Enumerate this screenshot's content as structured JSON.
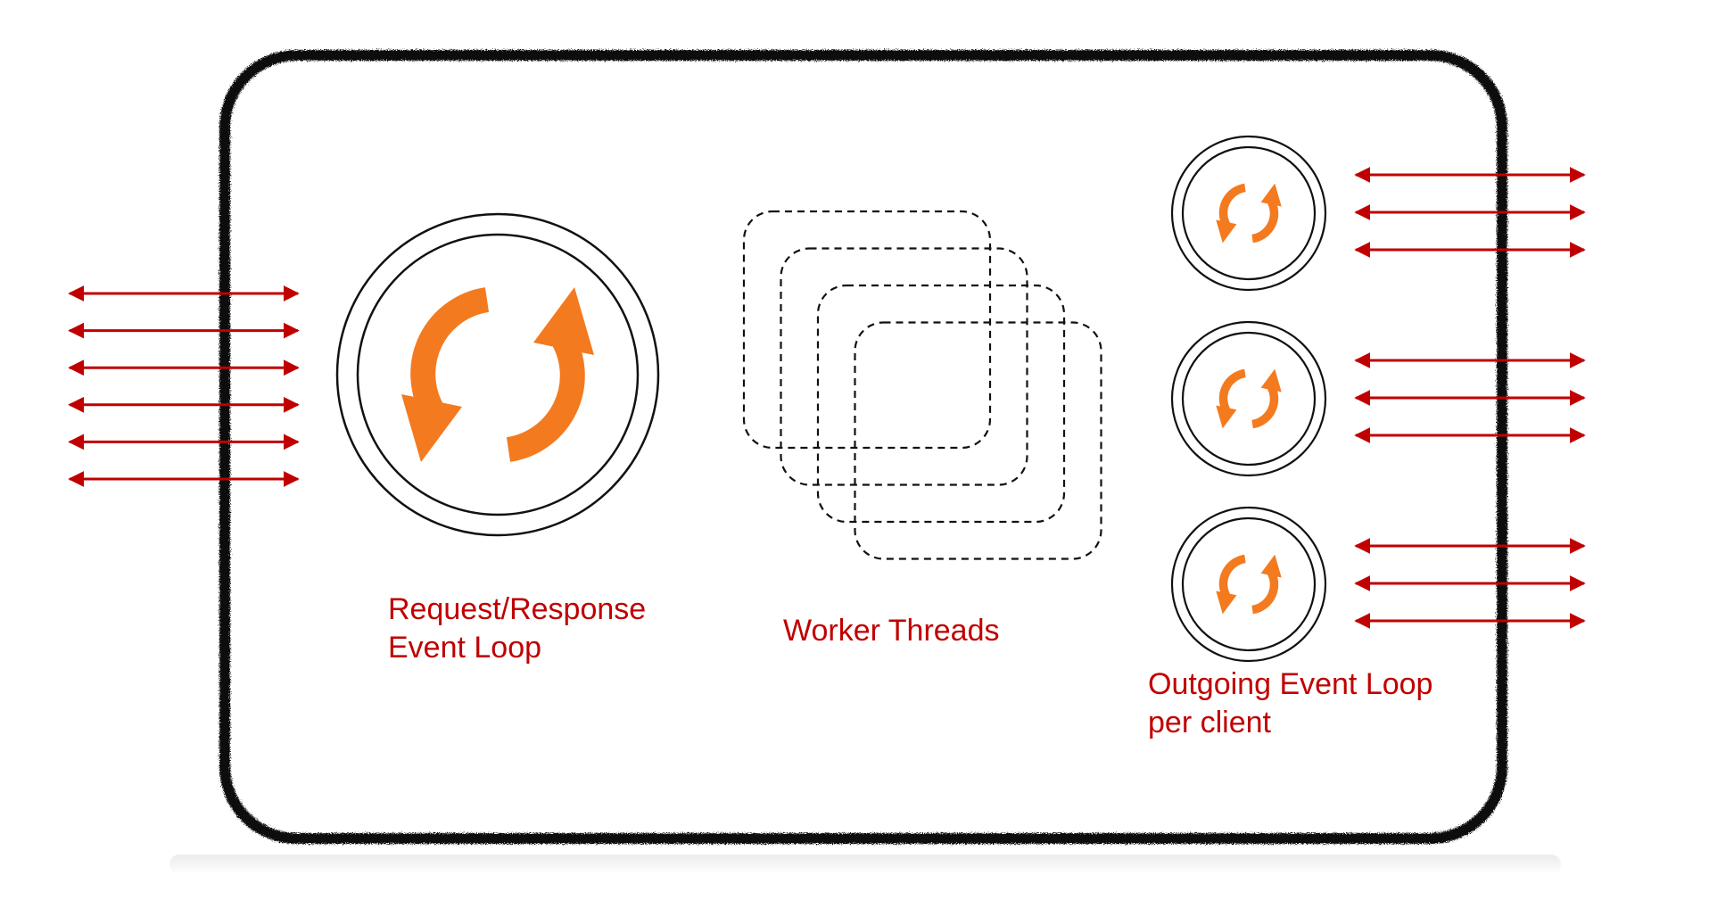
{
  "labels": {
    "request_response_line1": "Request/Response",
    "request_response_line2": "Event Loop",
    "worker_threads": "Worker Threads",
    "outgoing_line1": "Outgoing Event Loop",
    "outgoing_line2": "per client"
  },
  "icons": {
    "main_loop": "refresh-icon",
    "client_loop": "refresh-icon",
    "arrow": "double-headed-arrow"
  },
  "colors": {
    "label_text": "#c00000",
    "arrow": "#c00000",
    "loop_icon": "#f47a1f",
    "container_border": "#111111",
    "dashed_box": "#111111"
  },
  "counts": {
    "incoming_connections": 6,
    "worker_threads": 4,
    "outgoing_loops": 3,
    "connections_per_outgoing_loop": 3
  }
}
